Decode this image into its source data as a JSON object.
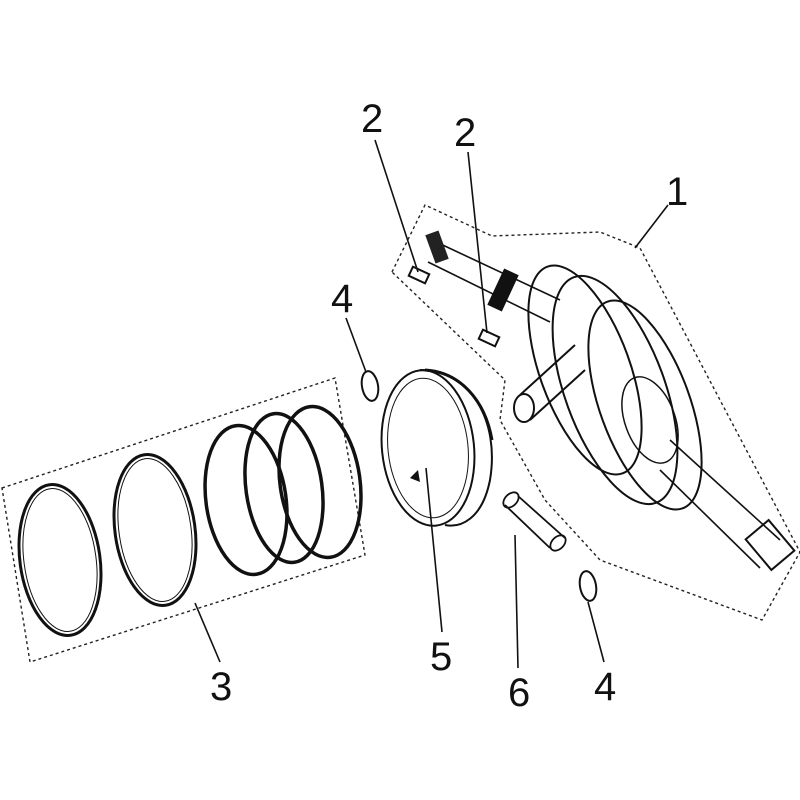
{
  "diagram": {
    "callouts": [
      {
        "id": "crankshaft",
        "text": "1"
      },
      {
        "id": "key-left",
        "text": "2"
      },
      {
        "id": "key-right",
        "text": "2"
      },
      {
        "id": "piston-rings",
        "text": "3"
      },
      {
        "id": "clip-left",
        "text": "4"
      },
      {
        "id": "clip-right",
        "text": "4"
      },
      {
        "id": "piston",
        "text": "5"
      },
      {
        "id": "piston-pin",
        "text": "6"
      }
    ]
  }
}
